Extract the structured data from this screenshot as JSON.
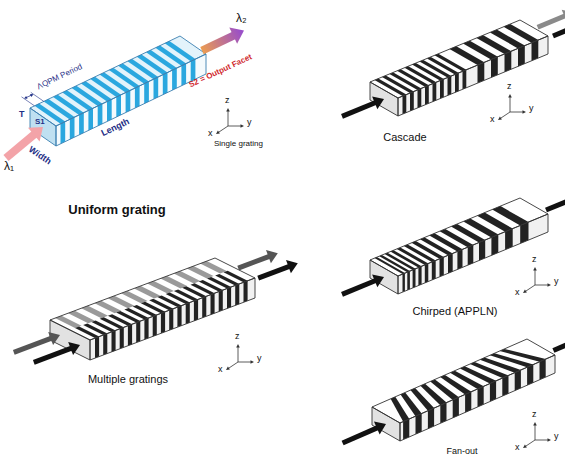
{
  "diagram": {
    "labels": [
      "ΛQPM Period",
      "S2 = Output Facet",
      "λ₂",
      "T",
      "S1",
      "z",
      "x",
      "y",
      "Single grating",
      "Width",
      "Length",
      "λ₁",
      "Uniform grating",
      "z",
      "x",
      "y",
      "Cascade",
      "z",
      "x",
      "y",
      "Multiple gratings",
      "z",
      "x",
      "y",
      "Chirped (APPLN)",
      "z",
      "x",
      "y",
      "Fan-out"
    ]
  }
}
